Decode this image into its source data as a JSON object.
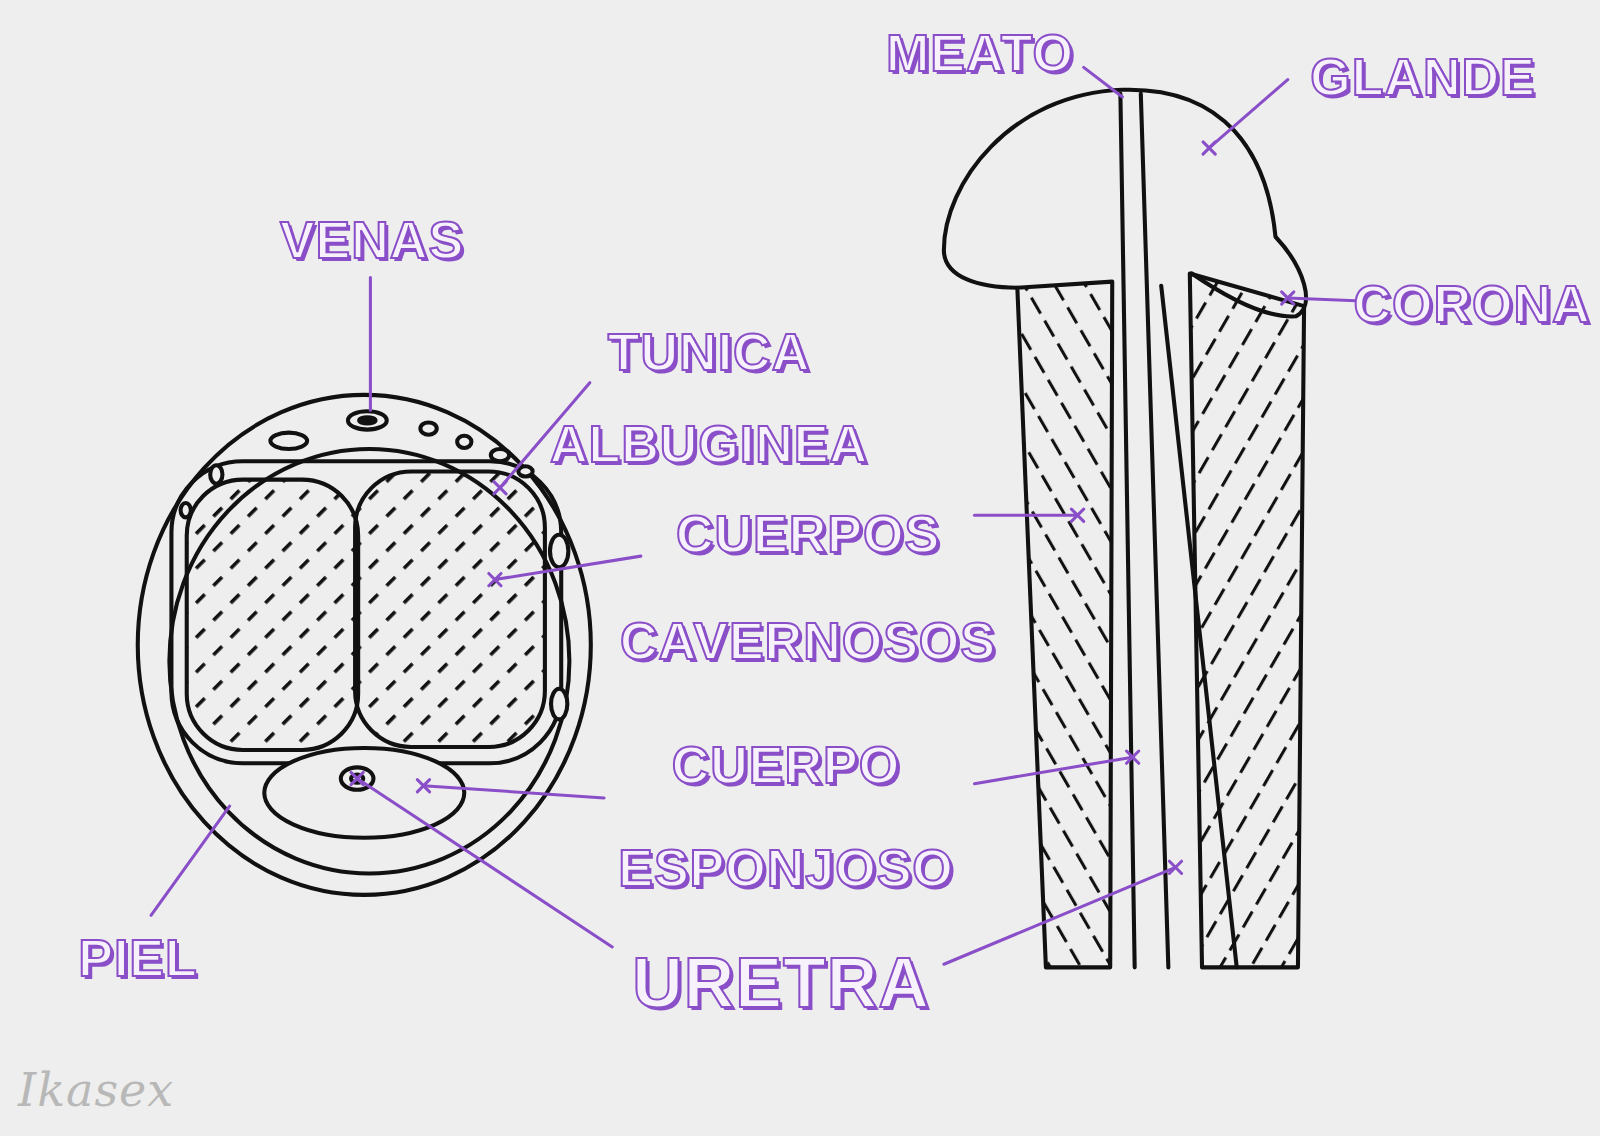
{
  "diagram": {
    "labels": [
      "MEATO",
      "GLANDE",
      "CORONA",
      "VENAS",
      "TUNICA ALBUGINEA",
      "CUERPOS CAVERNOSOS",
      "CUERPO ESPONJOSO",
      "URETRA",
      "PIEL",
      "Ikasex"
    ]
  }
}
